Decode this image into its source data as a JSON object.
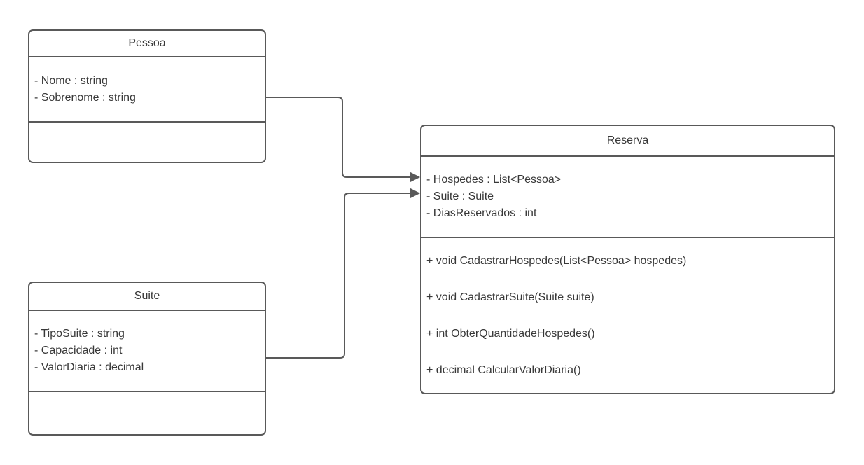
{
  "diagram": {
    "type": "uml-class-diagram",
    "colors": {
      "background": "#ffffff",
      "stroke": "#595959",
      "text": "#383838"
    },
    "classes": [
      {
        "name": "Pessoa",
        "attributes": [
          "- Nome : string",
          "- Sobrenome : string"
        ],
        "methods": []
      },
      {
        "name": "Suite",
        "attributes": [
          "- TipoSuite : string",
          "- Capacidade : int",
          "- ValorDiaria : decimal"
        ],
        "methods": []
      },
      {
        "name": "Reserva",
        "attributes": [
          "- Hospedes : List<Pessoa>",
          "- Suite : Suite",
          "- DiasReservados : int"
        ],
        "methods": [
          "+ void CadastrarHospedes(List<Pessoa> hospedes)",
          "+ void CadastrarSuite(Suite suite)",
          "+ int ObterQuantidadeHospedes()",
          "+ decimal CalcularValorDiaria()"
        ]
      }
    ],
    "relationships": [
      {
        "from": "Pessoa",
        "to": "Reserva",
        "type": "directed-association"
      },
      {
        "from": "Suite",
        "to": "Reserva",
        "type": "directed-association"
      }
    ]
  }
}
